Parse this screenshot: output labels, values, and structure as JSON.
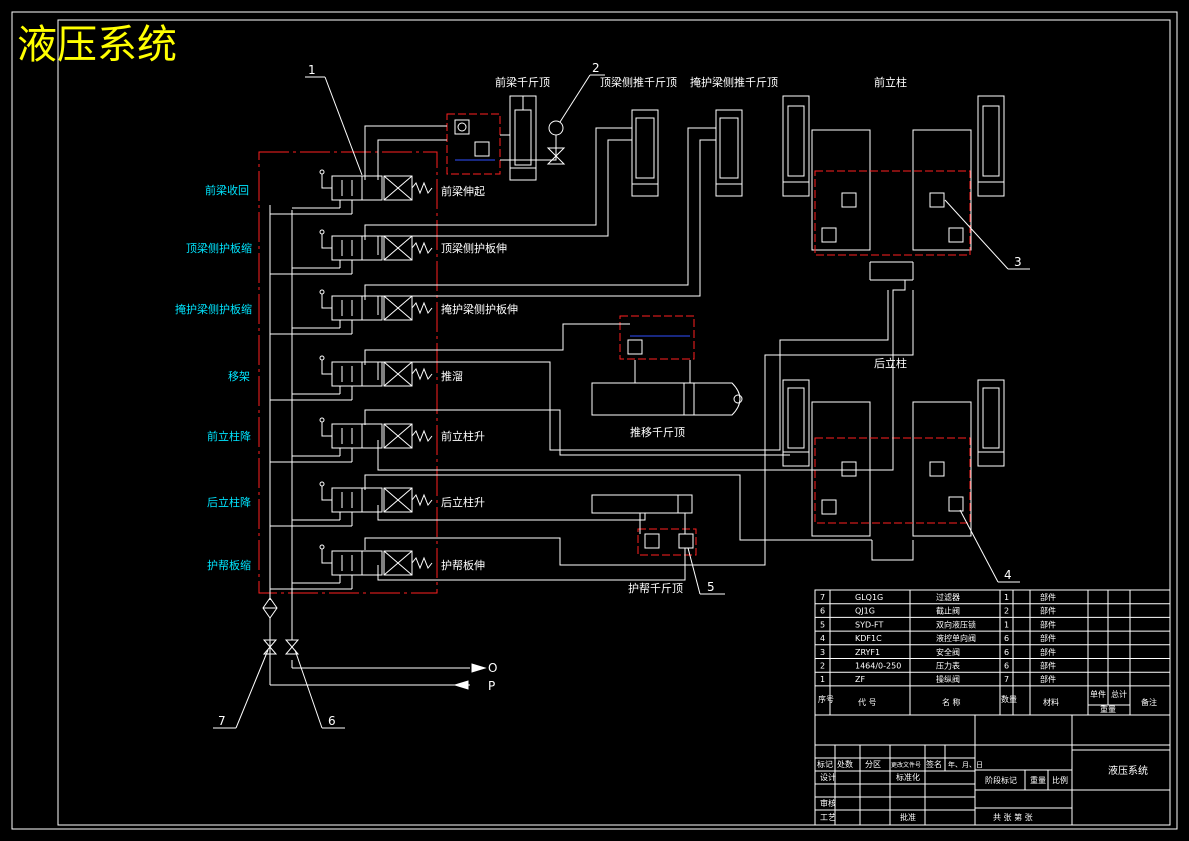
{
  "title": "液压系统",
  "callouts": [
    "1",
    "2",
    "3",
    "4",
    "5",
    "6",
    "7"
  ],
  "left_labels": [
    "前梁收回",
    "顶梁侧护板缩",
    "掩护梁侧护板缩",
    "移架",
    "前立柱降",
    "后立柱降",
    "护帮板缩"
  ],
  "right_labels": [
    "前梁伸起",
    "顶梁侧护板伸",
    "掩护梁侧护板伸",
    "推溜",
    "前立柱升",
    "后立柱升",
    "护帮板伸"
  ],
  "top_labels": {
    "front_beam_jack": "前梁千斤顶",
    "top_beam_side_jack": "顶梁侧推千斤顶",
    "shield_side_jack": "掩护梁侧推千斤顶",
    "front_column": "前立柱",
    "rear_column": "后立柱",
    "push_jack": "推移千斤顶",
    "guard_jack": "护帮千斤顶"
  },
  "ports": {
    "o": "O",
    "p": "P"
  },
  "parts": [
    {
      "no": "7",
      "code": "GLQ1G",
      "name": "过滤器",
      "qty": "1",
      "note": "部件"
    },
    {
      "no": "6",
      "code": "QJ1G",
      "name": "截止阀",
      "qty": "2",
      "note": "部件"
    },
    {
      "no": "5",
      "code": "SYD-FT",
      "name": "双向液压锁",
      "qty": "1",
      "note": "部件"
    },
    {
      "no": "4",
      "code": "KDF1C",
      "name": "液控单向阀",
      "qty": "6",
      "note": "部件"
    },
    {
      "no": "3",
      "code": "ZRYF1",
      "name": "安全阀",
      "qty": "6",
      "note": "部件"
    },
    {
      "no": "2",
      "code": "1464/0-250",
      "name": "压力表",
      "qty": "6",
      "note": "部件"
    },
    {
      "no": "1",
      "code": "ZF",
      "name": "操纵阀",
      "qty": "7",
      "note": "部件"
    }
  ],
  "parts_header": {
    "no": "序号",
    "code": "代 号",
    "name": "名 称",
    "qty": "数量",
    "material": "材料",
    "unit": "单件",
    "total": "总计",
    "weight": "重量",
    "note": "备注"
  },
  "title_block": {
    "drawing_name": "液压系统",
    "row1": [
      "标记",
      "处数",
      "分区",
      "更改文件号",
      "签名",
      "年、月、日"
    ],
    "design": "设计",
    "standard": "标准化",
    "stage_mark": "阶段标记",
    "weight": "重量",
    "scale": "比例",
    "review": "审核",
    "process": "工艺",
    "approve": "批准",
    "sheets": "共  张 第  张"
  }
}
